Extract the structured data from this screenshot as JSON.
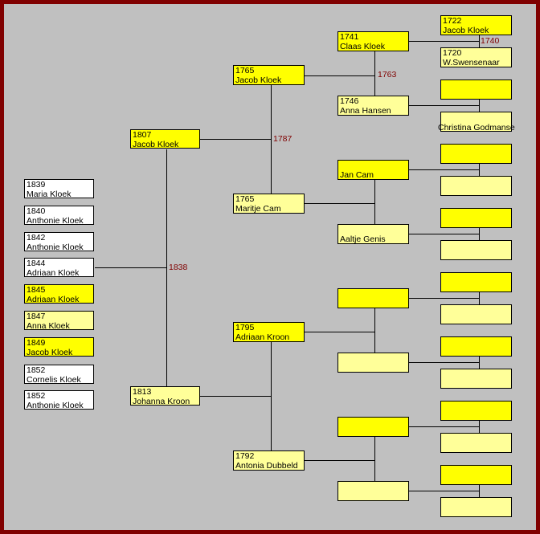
{
  "children": [
    {
      "year": "1839",
      "name": "Maria Kloek",
      "sex": "white"
    },
    {
      "year": "1840",
      "name": "Anthonie Kloek",
      "sex": "white"
    },
    {
      "year": "1842",
      "name": "Anthonie Kloek",
      "sex": "white"
    },
    {
      "year": "1844",
      "name": "Adriaan Kloek",
      "sex": "white"
    },
    {
      "year": "1845",
      "name": "Adriaan Kloek",
      "sex": "male"
    },
    {
      "year": "1847",
      "name": "Anna Kloek",
      "sex": "female"
    },
    {
      "year": "1849",
      "name": "Jacob Kloek",
      "sex": "male"
    },
    {
      "year": "1852",
      "name": "Cornelis Kloek",
      "sex": "white"
    },
    {
      "year": "1852",
      "name": "Anthonie Kloek",
      "sex": "white"
    }
  ],
  "parents": [
    {
      "year": "1807",
      "name": "Jacob Kloek"
    },
    {
      "year": "1813",
      "name": "Johanna Kroon"
    }
  ],
  "grandparents": [
    {
      "year": "1765",
      "name": "Jacob Kloek"
    },
    {
      "year": "1765",
      "name": "Maritje Cam"
    },
    {
      "year": "1795",
      "name": "Adriaan Kroon"
    },
    {
      "year": "1792",
      "name": "Antonia Dubbeld"
    }
  ],
  "great_grandparents": [
    {
      "year": "1741",
      "name": "Claas Kloek"
    },
    {
      "year": "1746",
      "name": "Anna Hansen"
    },
    {
      "year": "",
      "name": "Jan Cam"
    },
    {
      "year": "",
      "name": "Aaltje Genis"
    },
    {
      "year": "",
      "name": ""
    },
    {
      "year": "",
      "name": ""
    },
    {
      "year": "",
      "name": ""
    },
    {
      "year": "",
      "name": ""
    }
  ],
  "gg_grandparents": [
    {
      "year": "1722",
      "name": "Jacob Kloek"
    },
    {
      "year": "1720",
      "name": "W.Swensenaar"
    },
    {
      "year": "",
      "name": ""
    },
    {
      "year": "",
      "name": "Christina Godmanse"
    }
  ],
  "marriages": {
    "parents": "1838",
    "grandparents_kloek": "1787",
    "great_grandparents_kloek": "1763",
    "gg_grandparents_kloek": "1740"
  },
  "colors": {
    "male": "#ffff00",
    "female": "#ffff99",
    "frame": "#800000",
    "marriage_year": "#800000"
  }
}
